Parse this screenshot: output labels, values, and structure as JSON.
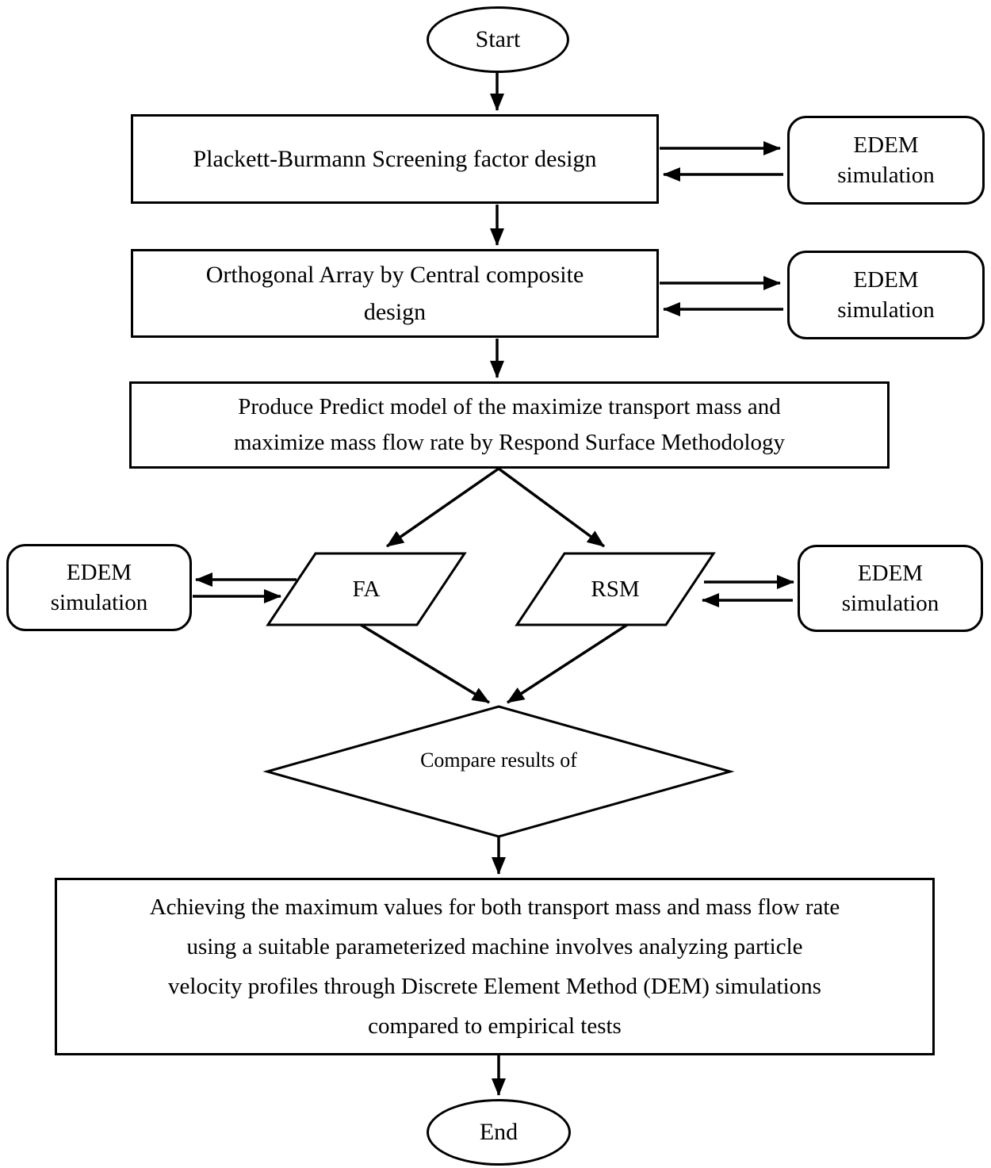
{
  "flowchart": {
    "start": {
      "label": "Start"
    },
    "screening": {
      "label": "Plackett-Burmann Screening factor design"
    },
    "ccd": {
      "lines": [
        "Orthogonal Array by Central composite",
        "design"
      ]
    },
    "predict": {
      "lines": [
        "Produce Predict model of the maximize transport mass and",
        "maximize mass flow rate by Respond Surface Methodology"
      ]
    },
    "fa": {
      "label": "FA"
    },
    "rsm": {
      "label": "RSM"
    },
    "edem": {
      "lines": [
        "EDEM",
        "simulation"
      ]
    },
    "compare": {
      "label": "Compare results of"
    },
    "conclusion": {
      "lines": [
        "Achieving the maximum values for both transport mass and mass flow rate",
        "using a suitable parameterized machine involves analyzing particle",
        "velocity profiles through Discrete Element Method (DEM) simulations",
        "compared to empirical tests"
      ]
    },
    "end": {
      "label": "End"
    }
  },
  "colors": {
    "stroke": "#000000",
    "text": "#000000",
    "background": "#ffffff"
  }
}
